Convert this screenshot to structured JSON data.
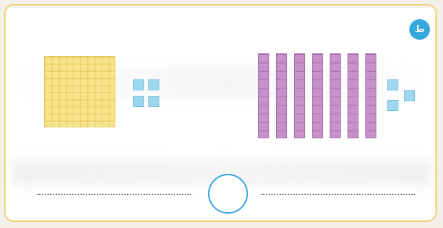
{
  "card": {
    "badge_text": "ط",
    "accent_color": "#36a9dc",
    "border_color": "#f0d070"
  },
  "left_model": {
    "hundreds": 1,
    "ones": 4,
    "hundreds_color": "#f6e38c",
    "ones_color": "#9fd8ee"
  },
  "right_model": {
    "tens": 7,
    "ones": 3,
    "tens_color": "#c792c9",
    "ones_color": "#9fd8ee"
  },
  "answer": {
    "left_value": "",
    "right_value": "",
    "comparison_symbol": ""
  }
}
